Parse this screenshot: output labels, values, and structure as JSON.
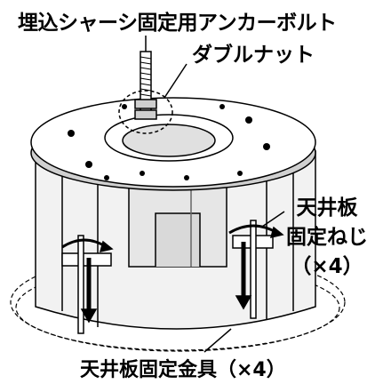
{
  "labels": {
    "anchor_bolt": "埋込シャーシ固定用アンカーボルト",
    "double_nut": "ダブルナット",
    "ceiling_screw_line1": "天井板",
    "ceiling_screw_line2": "固定ねじ",
    "ceiling_screw_line3": "（×4）",
    "ceiling_bracket": "天井板固定金具（×4）"
  }
}
